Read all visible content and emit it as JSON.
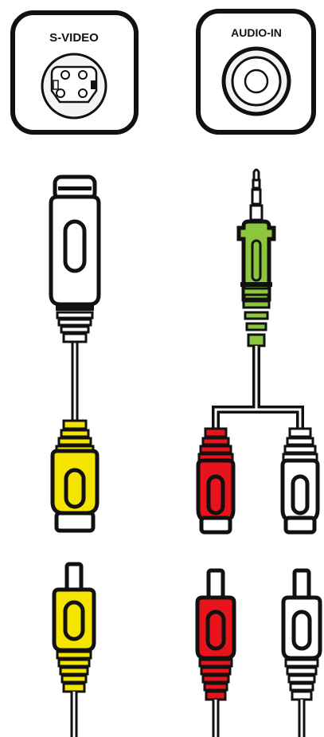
{
  "ports": {
    "svideo": {
      "label": "S-VIDEO"
    },
    "audio_in": {
      "label": "AUDIO-IN"
    }
  },
  "colors": {
    "yellow": "#f5e400",
    "red": "#e8141c",
    "white": "#ffffff",
    "green": "#8cc63f",
    "outline": "#111111",
    "port_fill": "#f4f4f4"
  },
  "connectors": [
    {
      "name": "svideo-to-composite-adapter",
      "colors": [
        "white",
        "yellow"
      ]
    },
    {
      "name": "stereo-to-rca-splitter",
      "colors": [
        "green",
        "red",
        "white"
      ]
    },
    {
      "name": "rca-video-plug",
      "colors": [
        "yellow"
      ]
    },
    {
      "name": "rca-audio-plugs",
      "colors": [
        "red",
        "white"
      ]
    }
  ]
}
